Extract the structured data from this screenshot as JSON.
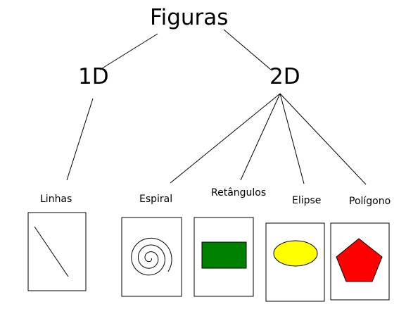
{
  "root": {
    "label": "Figuras"
  },
  "branches": [
    {
      "label": "1D",
      "children": [
        {
          "label": "Linhas",
          "shape": "line-segment-icon"
        }
      ]
    },
    {
      "label": "2D",
      "children": [
        {
          "label": "Espiral",
          "shape": "spiral-icon"
        },
        {
          "label": "Retângulos",
          "shape": "rectangle-icon"
        },
        {
          "label": "Elipse",
          "shape": "ellipse-icon"
        },
        {
          "label": "Polígono",
          "shape": "pentagon-icon"
        }
      ]
    }
  ],
  "colors": {
    "rectangle_fill": "#008000",
    "ellipse_fill": "#ffff00",
    "polygon_fill": "#ff0000",
    "stroke": "#000000"
  }
}
